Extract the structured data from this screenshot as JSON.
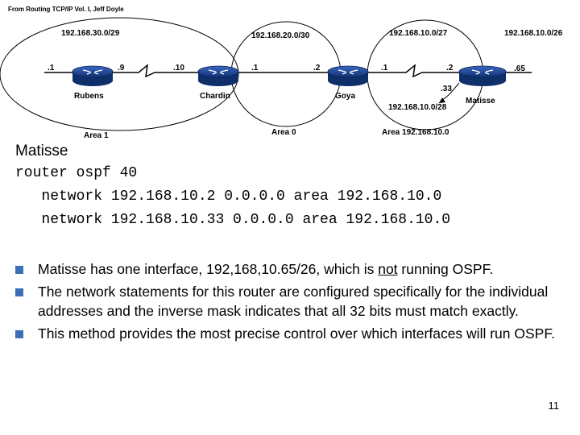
{
  "diagram": {
    "source_note": "From Routing TCP/IP Vol. I, Jeff Doyle",
    "areas": {
      "area1": "Area 1",
      "area0": "Area 0",
      "area_192": "Area 192.168.10.0"
    },
    "subnets": {
      "rubens_chardin": "192.168.30.0/29",
      "chardin_goya": "192.168.20.0/30",
      "goya_matisse": "192.168.10.0/27",
      "matisse_lan": "192.168.10.0/26",
      "matisse_loop": "192.168.10.0/28"
    },
    "routers": {
      "rubens": "Rubens",
      "chardin": "Chardin",
      "goya": "Goya",
      "matisse": "Matisse"
    },
    "interfaces": {
      "rubens_left": ".1",
      "rubens_right": ".9",
      "chardin_left": ".10",
      "chardin_right": ".1",
      "goya_left": ".2",
      "goya_right": ".1",
      "matisse_left": ".2",
      "matisse_loop": ".33",
      "matisse_right": ".65"
    }
  },
  "config": {
    "router_name": "Matisse",
    "lines": [
      "router ospf 40",
      "   network 192.168.10.2 0.0.0.0 area 192.168.10.0",
      "   network 192.168.10.33 0.0.0.0 area 192.168.10.0"
    ]
  },
  "bullets": [
    {
      "text_before": "Matisse has one interface, 192,168,10.65/26,  which is ",
      "text_emph": "not",
      "text_after": " running OSPF."
    },
    {
      "text": "The network statements for this router are configured specifically for the individual addresses and the inverse mask indicates that all 32 bits must match exactly."
    },
    {
      "text": "This method provides the most precise control over which interfaces will run OSPF."
    }
  ],
  "page_number": "11",
  "colors": {
    "router_blue": "#1b3f8f",
    "bullet_blue": "#3b6fb6"
  }
}
